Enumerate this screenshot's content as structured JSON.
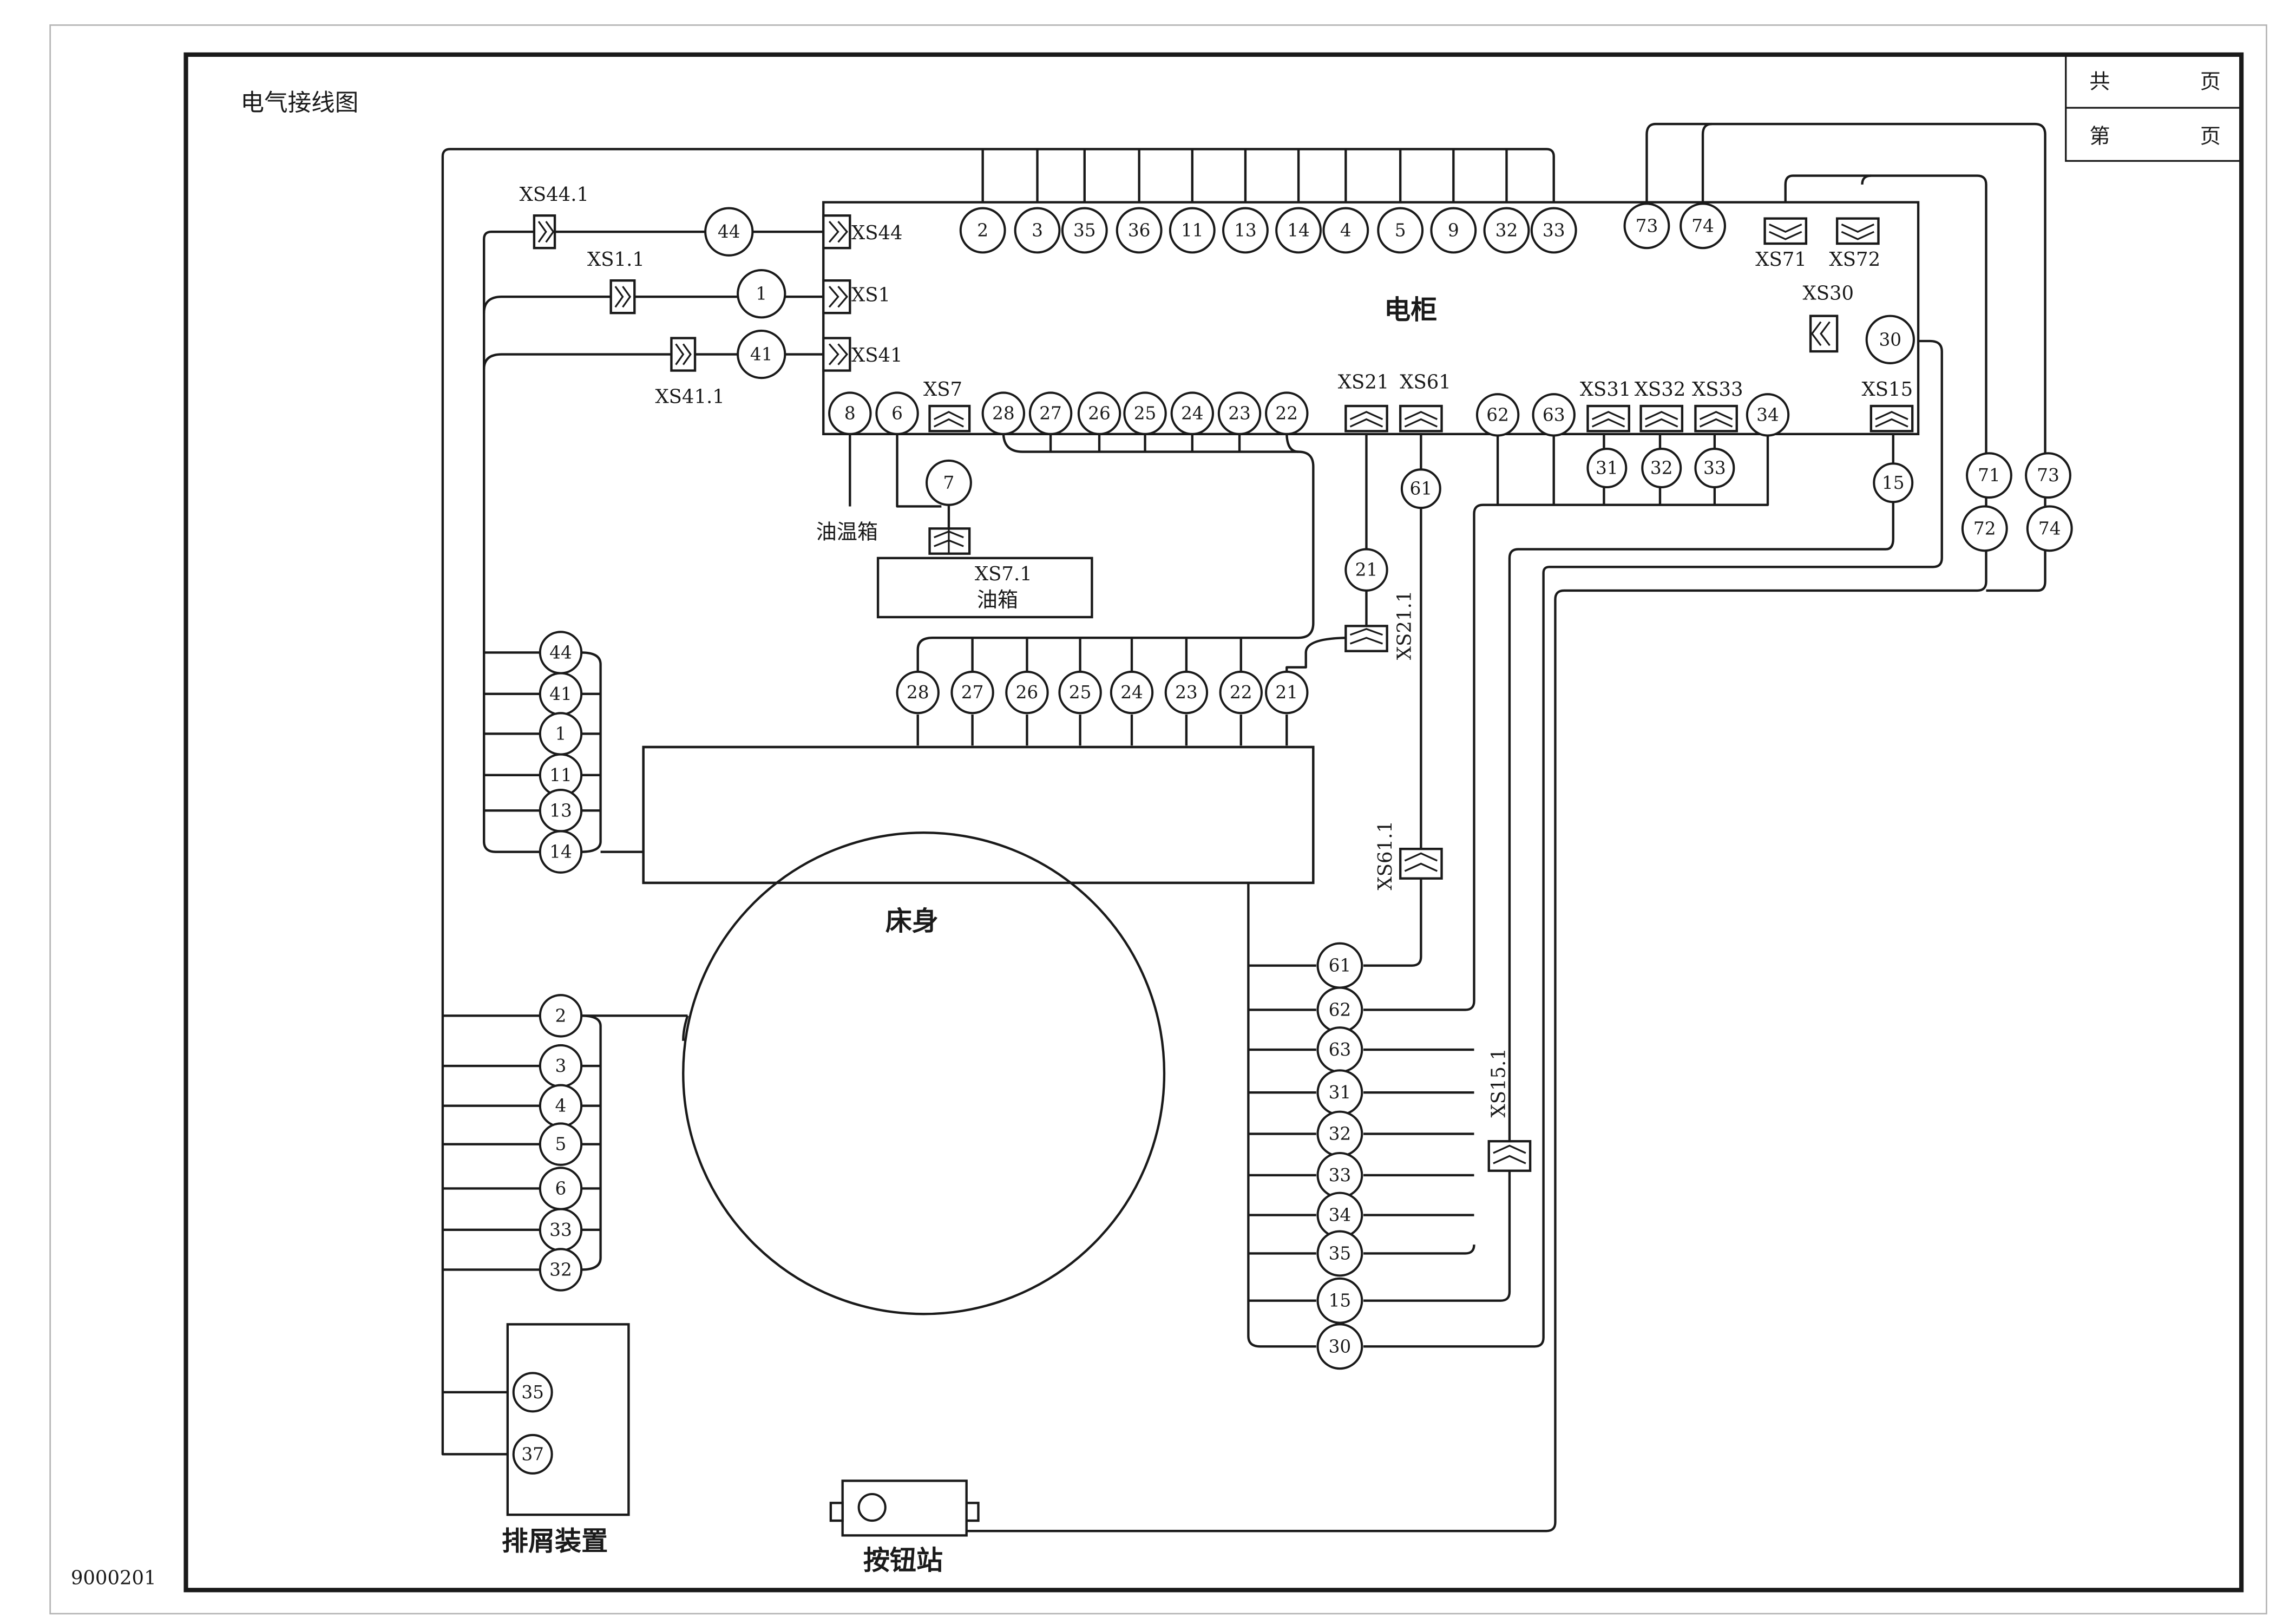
{
  "title": "电气接线图",
  "doc_number": "9000201",
  "title_block": {
    "total_pages": "共",
    "page_no": "第",
    "unit_a": "页",
    "unit_b": "页"
  },
  "blocks": {
    "cabinet": "电柜",
    "bed": "床身",
    "chip": "排屑装置",
    "buttons": "按钮站",
    "oil_tank": "油箱",
    "oil_temp": "油温箱"
  },
  "connectors": {
    "xs44": "XS44",
    "xs1": "XS1",
    "xs41": "XS41",
    "xs7": "XS7",
    "xs21": "XS21",
    "xs61": "XS61",
    "xs31": "XS31",
    "xs32": "XS32",
    "xs33": "XS33",
    "xs15": "XS15",
    "xs71": "XS71",
    "xs72": "XS72",
    "xs30": "XS30",
    "xs44_1": "XS44.1",
    "xs1_1": "XS1.1",
    "xs41_1": "XS41.1",
    "xs7_1": "XS7.1",
    "xs21_1": "XS21.1",
    "xs61_1": "XS61.1",
    "xs15_1": "XS15.1"
  },
  "cabinet_top_terminals": [
    "2",
    "3",
    "35",
    "36",
    "11",
    "13",
    "14",
    "4",
    "5",
    "9",
    "32",
    "33"
  ],
  "cabinet_top_right": [
    "73",
    "74"
  ],
  "cabinet_left_terminals": [
    "44",
    "1",
    "41"
  ],
  "cabinet_bottom_left": [
    "8",
    "6"
  ],
  "cabinet_bottom_mid": [
    "28",
    "27",
    "26",
    "25",
    "24",
    "23",
    "22"
  ],
  "cabinet_bottom_right": [
    "62",
    "63",
    "34"
  ],
  "cabinet_inner_30": "30",
  "below_cabinet": {
    "t7": "7",
    "t61": "61",
    "t21": "21",
    "t31": "31",
    "t32": "32",
    "t33": "33",
    "t15": "15"
  },
  "right_terminals": [
    "71",
    "73",
    "72",
    "74"
  ],
  "bed_top_terminals": [
    "28",
    "27",
    "26",
    "25",
    "24",
    "23",
    "22",
    "21"
  ],
  "bed_left_upper": [
    "44",
    "41",
    "1",
    "11",
    "13",
    "14"
  ],
  "bed_left_lower": [
    "2",
    "3",
    "4",
    "5",
    "6",
    "33",
    "32"
  ],
  "bed_right": [
    "61",
    "62",
    "63",
    "31",
    "32",
    "33",
    "34",
    "35",
    "15",
    "30"
  ],
  "chip_terminals": [
    "35",
    "37"
  ]
}
